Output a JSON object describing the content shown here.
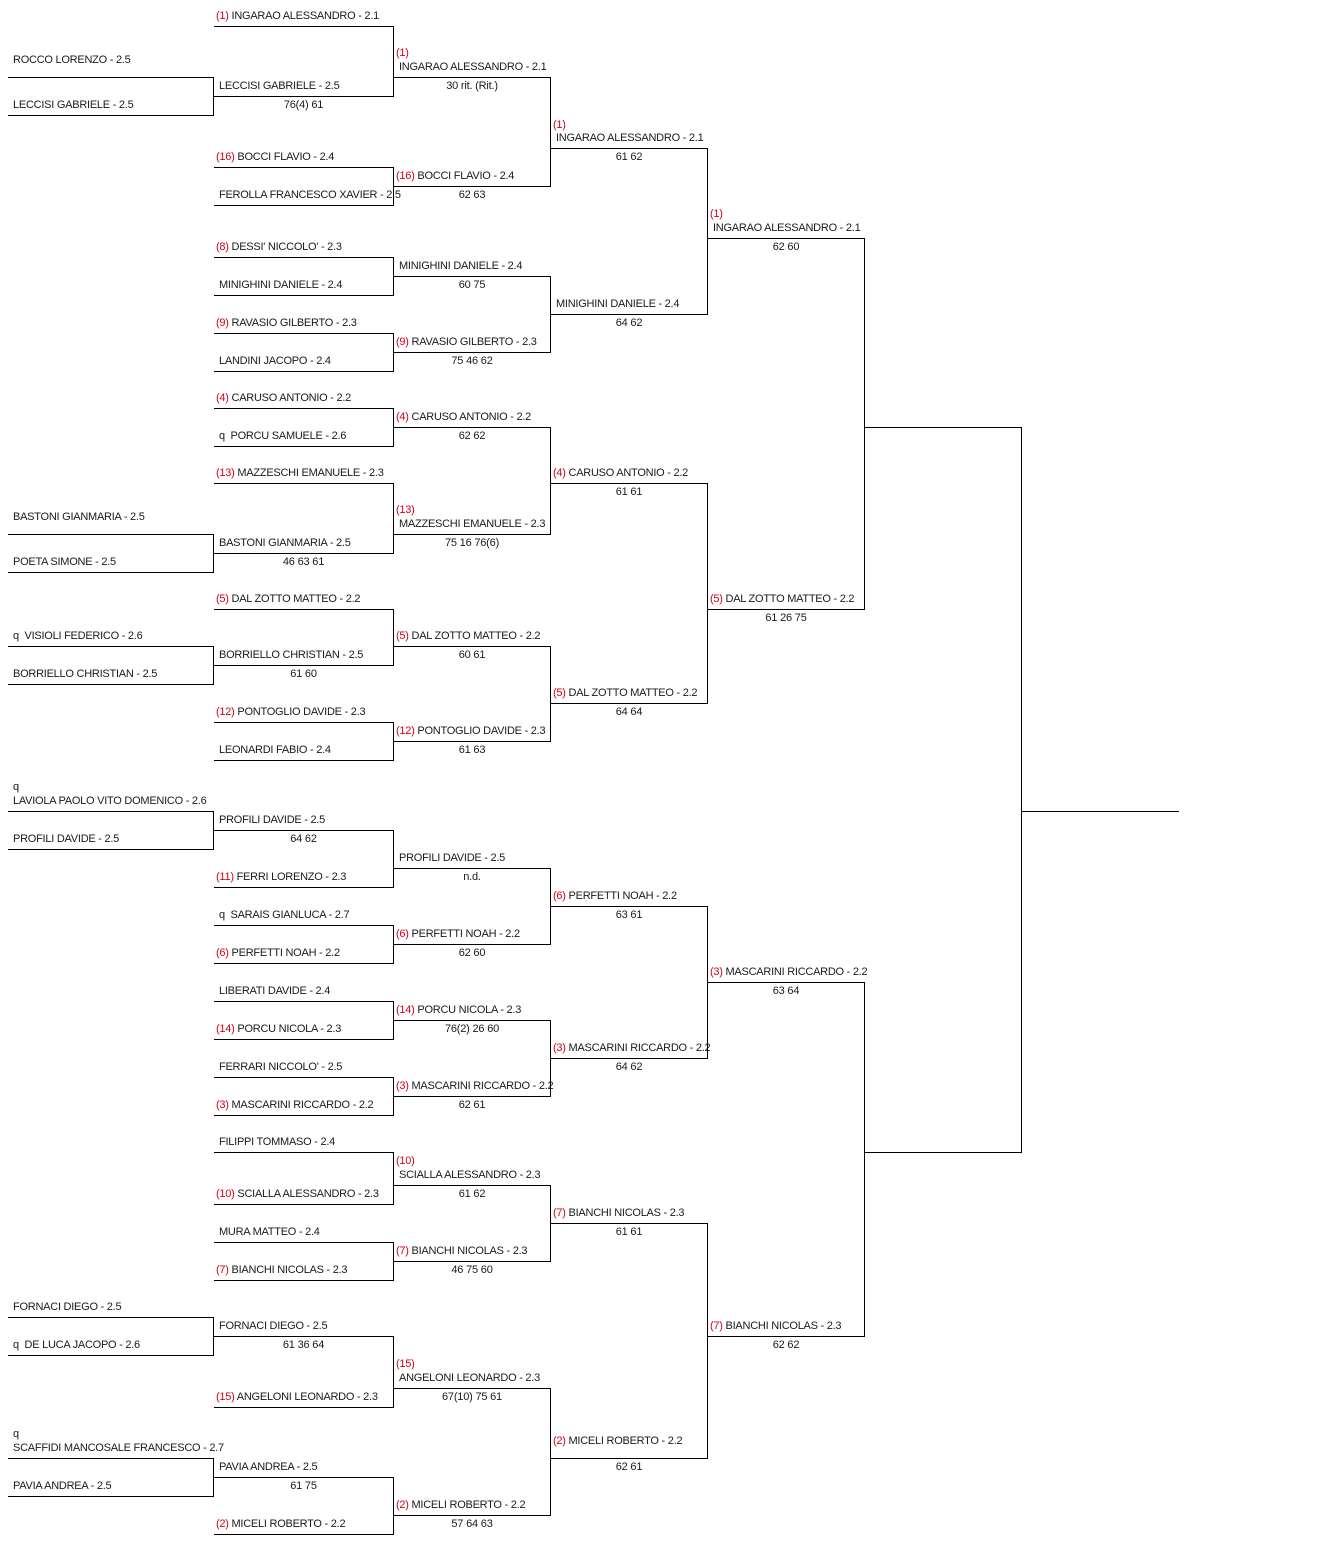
{
  "bracket": {
    "rounds": [
      {
        "entries": [
          {
            "pre": "",
            "name": "ROCCO LORENZO - 2.5",
            "score": ""
          },
          {
            "pre": "",
            "name": "LECCISI GABRIELE - 2.5",
            "score": ""
          },
          {
            "pre": "",
            "name": "BASTONI GIANMARIA - 2.5",
            "score": ""
          },
          {
            "pre": "",
            "name": "POETA SIMONE - 2.5",
            "score": ""
          },
          {
            "pre": "q",
            "name": "VISIOLI FEDERICO - 2.6",
            "score": ""
          },
          {
            "pre": "",
            "name": "BORRIELLO CHRISTIAN - 2.5",
            "score": ""
          },
          {
            "pre": "q",
            "name": "LAVIOLA PAOLO VITO DOMENICO - 2.6",
            "score": ""
          },
          {
            "pre": "",
            "name": "PROFILI DAVIDE - 2.5",
            "score": ""
          },
          {
            "pre": "",
            "name": "FORNACI DIEGO - 2.5",
            "score": ""
          },
          {
            "pre": "q",
            "name": "DE LUCA JACOPO - 2.6",
            "score": ""
          },
          {
            "pre": "q",
            "name": "SCAFFIDI MANCOSALE FRANCESCO - 2.7",
            "score": ""
          },
          {
            "pre": "",
            "name": "PAVIA ANDREA - 2.5",
            "score": ""
          }
        ]
      },
      {
        "entries": [
          {
            "pre": "(1)",
            "name": "INGARAO ALESSANDRO - 2.1",
            "score": ""
          },
          {
            "pre": "",
            "name": "LECCISI GABRIELE - 2.5",
            "score": "76(4) 61"
          },
          {
            "pre": "(16)",
            "name": "BOCCI FLAVIO - 2.4",
            "score": ""
          },
          {
            "pre": "",
            "name": "FEROLLA FRANCESCO XAVIER - 2.5",
            "score": ""
          },
          {
            "pre": "(8)",
            "name": "DESSI' NICCOLO' - 2.3",
            "score": ""
          },
          {
            "pre": "",
            "name": "MINIGHINI DANIELE - 2.4",
            "score": ""
          },
          {
            "pre": "(9)",
            "name": "RAVASIO GILBERTO - 2.3",
            "score": ""
          },
          {
            "pre": "",
            "name": "LANDINI JACOPO - 2.4",
            "score": ""
          },
          {
            "pre": "(4)",
            "name": "CARUSO ANTONIO - 2.2",
            "score": ""
          },
          {
            "pre": "q",
            "name": "PORCU SAMUELE - 2.6",
            "score": ""
          },
          {
            "pre": "(13)",
            "name": "MAZZESCHI EMANUELE - 2.3",
            "score": ""
          },
          {
            "pre": "",
            "name": "BASTONI GIANMARIA - 2.5",
            "score": "46 63 61"
          },
          {
            "pre": "(5)",
            "name": "DAL ZOTTO MATTEO - 2.2",
            "score": ""
          },
          {
            "pre": "",
            "name": "BORRIELLO CHRISTIAN - 2.5",
            "score": "61 60"
          },
          {
            "pre": "(12)",
            "name": "PONTOGLIO DAVIDE - 2.3",
            "score": ""
          },
          {
            "pre": "",
            "name": "LEONARDI FABIO - 2.4",
            "score": ""
          },
          {
            "pre": "",
            "name": "PROFILI DAVIDE - 2.5",
            "score": "64 62"
          },
          {
            "pre": "(11)",
            "name": "FERRI LORENZO - 2.3",
            "score": ""
          },
          {
            "pre": "q",
            "name": "SARAIS GIANLUCA - 2.7",
            "score": ""
          },
          {
            "pre": "(6)",
            "name": "PERFETTI NOAH - 2.2",
            "score": ""
          },
          {
            "pre": "",
            "name": "LIBERATI DAVIDE - 2.4",
            "score": ""
          },
          {
            "pre": "(14)",
            "name": "PORCU NICOLA - 2.3",
            "score": ""
          },
          {
            "pre": "",
            "name": "FERRARI NICCOLO' - 2.5",
            "score": ""
          },
          {
            "pre": "(3)",
            "name": "MASCARINI RICCARDO - 2.2",
            "score": ""
          },
          {
            "pre": "",
            "name": "FILIPPI TOMMASO - 2.4",
            "score": ""
          },
          {
            "pre": "(10)",
            "name": "SCIALLA ALESSANDRO - 2.3",
            "score": ""
          },
          {
            "pre": "",
            "name": "MURA MATTEO - 2.4",
            "score": ""
          },
          {
            "pre": "(7)",
            "name": "BIANCHI NICOLAS - 2.3",
            "score": ""
          },
          {
            "pre": "",
            "name": "FORNACI DIEGO - 2.5",
            "score": "61 36 64"
          },
          {
            "pre": "(15)",
            "name": "ANGELONI LEONARDO - 2.3",
            "score": ""
          },
          {
            "pre": "",
            "name": "PAVIA ANDREA - 2.5",
            "score": "61 75"
          },
          {
            "pre": "(2)",
            "name": "MICELI ROBERTO - 2.2",
            "score": ""
          }
        ]
      },
      {
        "entries": [
          {
            "pre": "(1)",
            "name": "INGARAO ALESSANDRO - 2.1",
            "score": "30 rit. (Rit.)"
          },
          {
            "pre": "(16)",
            "name": "BOCCI FLAVIO - 2.4",
            "score": "62 63"
          },
          {
            "pre": "",
            "name": "MINIGHINI DANIELE - 2.4",
            "score": "60 75"
          },
          {
            "pre": "(9)",
            "name": "RAVASIO GILBERTO - 2.3",
            "score": "75 46 62"
          },
          {
            "pre": "(4)",
            "name": "CARUSO ANTONIO - 2.2",
            "score": "62 62"
          },
          {
            "pre": "(13)",
            "name": "MAZZESCHI EMANUELE - 2.3",
            "score": "75 16 76(6)"
          },
          {
            "pre": "(5)",
            "name": "DAL ZOTTO MATTEO - 2.2",
            "score": "60 61"
          },
          {
            "pre": "(12)",
            "name": "PONTOGLIO DAVIDE - 2.3",
            "score": "61 63"
          },
          {
            "pre": "",
            "name": "PROFILI DAVIDE - 2.5",
            "score": "n.d."
          },
          {
            "pre": "(6)",
            "name": "PERFETTI NOAH - 2.2",
            "score": "62 60"
          },
          {
            "pre": "(14)",
            "name": "PORCU NICOLA - 2.3",
            "score": "76(2) 26 60"
          },
          {
            "pre": "(3)",
            "name": "MASCARINI RICCARDO - 2.2",
            "score": "62 61"
          },
          {
            "pre": "(10)",
            "name": "SCIALLA ALESSANDRO - 2.3",
            "score": "61 62"
          },
          {
            "pre": "(7)",
            "name": "BIANCHI NICOLAS - 2.3",
            "score": "46 75 60"
          },
          {
            "pre": "(15)",
            "name": "ANGELONI LEONARDO - 2.3",
            "score": "67(10) 75 61"
          },
          {
            "pre": "(2)",
            "name": "MICELI ROBERTO - 2.2",
            "score": "57 64 63"
          }
        ]
      },
      {
        "entries": [
          {
            "pre": "(1)",
            "name": "INGARAO ALESSANDRO - 2.1",
            "score": "61 62"
          },
          {
            "pre": "",
            "name": "MINIGHINI DANIELE - 2.4",
            "score": "64 62"
          },
          {
            "pre": "(4)",
            "name": "CARUSO ANTONIO - 2.2",
            "score": "61 61"
          },
          {
            "pre": "(5)",
            "name": "DAL ZOTTO MATTEO - 2.2",
            "score": "64 64"
          },
          {
            "pre": "(6)",
            "name": "PERFETTI NOAH - 2.2",
            "score": "63 61"
          },
          {
            "pre": "(3)",
            "name": "MASCARINI RICCARDO - 2.2",
            "score": "64 62"
          },
          {
            "pre": "(7)",
            "name": "BIANCHI NICOLAS - 2.3",
            "score": "61 61"
          },
          {
            "pre": "(2)",
            "name": "MICELI ROBERTO - 2.2",
            "score": "62 61"
          }
        ]
      },
      {
        "entries": [
          {
            "pre": "(1)",
            "name": "INGARAO ALESSANDRO - 2.1",
            "score": "62 60"
          },
          {
            "pre": "(5)",
            "name": "DAL ZOTTO MATTEO - 2.2",
            "score": "61 26 75"
          },
          {
            "pre": "(3)",
            "name": "MASCARINI RICCARDO - 2.2",
            "score": "63 64"
          },
          {
            "pre": "(7)",
            "name": "BIANCHI NICOLAS - 2.3",
            "score": "62 62"
          }
        ]
      },
      {
        "entries": [
          {
            "pre": "",
            "name": "",
            "score": ""
          },
          {
            "pre": "",
            "name": "",
            "score": ""
          }
        ]
      },
      {
        "entries": [
          {
            "pre": "",
            "name": "",
            "score": ""
          }
        ]
      }
    ]
  }
}
